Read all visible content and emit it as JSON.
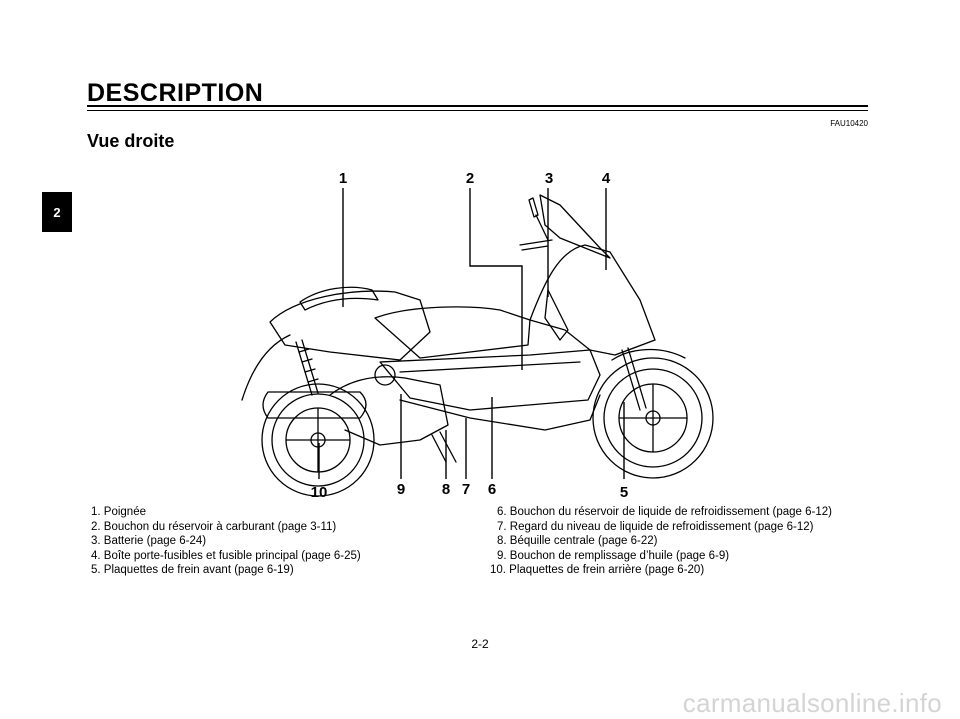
{
  "chapter_tab": "2",
  "section_title": "DESCRIPTION",
  "ref_code": "FAU10420",
  "subsection_title": "Vue droite",
  "callouts": [
    "1",
    "2",
    "3",
    "4",
    "5",
    "6",
    "7",
    "8",
    "9",
    "10"
  ],
  "legend_left": [
    "1. Poignée",
    "2. Bouchon du réservoir à carburant (page 3-11)",
    "3. Batterie (page 6-24)",
    "4. Boîte porte-fusibles et fusible principal (page 6-25)",
    "5. Plaquettes de frein avant (page 6-19)"
  ],
  "legend_right": [
    "6. Bouchon du réservoir de liquide de refroidissement (page 6-12)",
    "7. Regard du niveau de liquide de refroidissement (page 6-12)",
    "8. Béquille centrale (page 6-22)",
    "9. Bouchon de remplissage d’huile (page 6-9)",
    "10. Plaquettes de frein arrière (page 6-20)"
  ],
  "page_number": "2-2",
  "watermark": "carmanualsonline.info"
}
